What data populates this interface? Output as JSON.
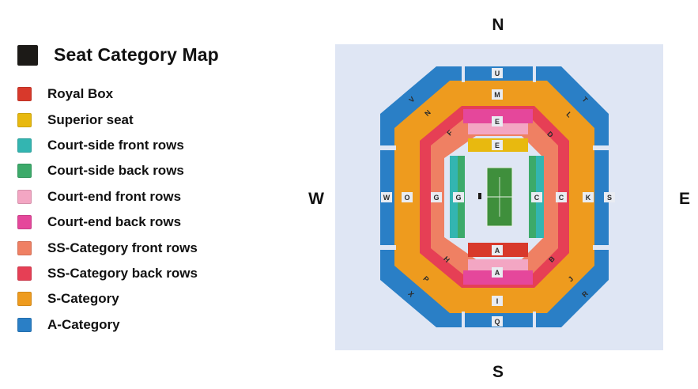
{
  "legend": {
    "title": "Seat Category Map",
    "title_swatch_color": "#1c1a17",
    "items": [
      {
        "label": "Royal Box",
        "color": "#d8392b"
      },
      {
        "label": "Superior seat",
        "color": "#e8b90f"
      },
      {
        "label": "Court-side front rows",
        "color": "#33b5b1"
      },
      {
        "label": "Court-side back rows",
        "color": "#3caa6a"
      },
      {
        "label": "Court-end front rows",
        "color": "#f3a6c3"
      },
      {
        "label": "Court-end back rows",
        "color": "#e5479b"
      },
      {
        "label": "SS-Category front rows",
        "color": "#ef8063"
      },
      {
        "label": "SS-Category back rows",
        "color": "#e63f55"
      },
      {
        "label": "S-Category",
        "color": "#ee9b1e"
      },
      {
        "label": "A-Category",
        "color": "#2a7fc6"
      }
    ]
  },
  "compass": {
    "north": "N",
    "south": "S",
    "east": "E",
    "west": "W"
  },
  "map": {
    "background_color": "#dfe6f4",
    "court_color": "#3f8f3c",
    "blocks": {
      "U": "U",
      "M": "M",
      "E_top_back": "E",
      "E_top_superior": "E",
      "V": "V",
      "N": "N",
      "F": "F",
      "T": "T",
      "L": "L",
      "D": "D",
      "W": "W",
      "O": "O",
      "G_outer": "G",
      "G_inner": "G",
      "C_inner": "C",
      "C_outer": "C",
      "K": "K",
      "S": "S",
      "H": "H",
      "P": "P",
      "X": "X",
      "B": "B",
      "J": "J",
      "R": "R",
      "A_royal": "A",
      "A_back": "A",
      "I": "I",
      "Q": "Q"
    }
  }
}
